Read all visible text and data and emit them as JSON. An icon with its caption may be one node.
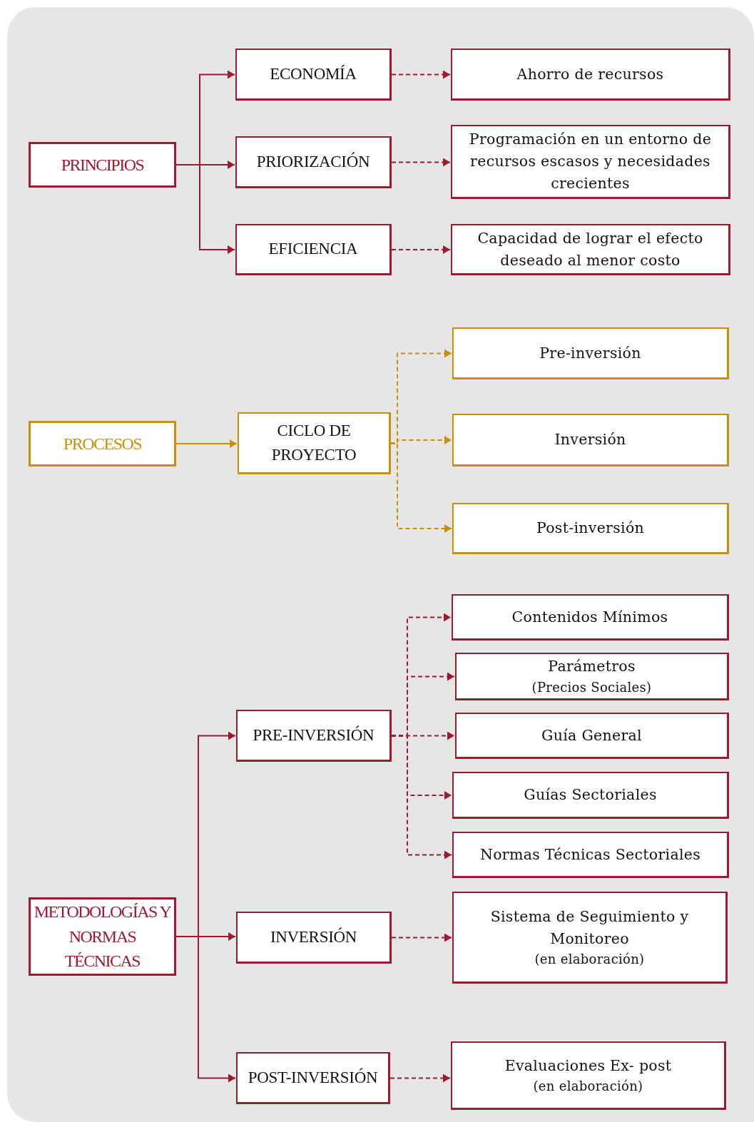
{
  "diagram": {
    "nodes": [
      {
        "text": [
          "PRINCIPIOS"
        ]
      },
      {
        "text": [
          "ECONOMÍA"
        ]
      },
      {
        "text": [
          "PRIORIZACIÓN"
        ]
      },
      {
        "text": [
          "EFICIENCIA"
        ]
      },
      {
        "text": [
          "Ahorro de recursos"
        ]
      },
      {
        "text": [
          "Programación en un entorno de recursos escasos y necesidades crecientes"
        ]
      },
      {
        "text": [
          "Capacidad de lograr el efecto deseado al menor costo"
        ]
      },
      {
        "text": [
          "PROCESOS"
        ]
      },
      {
        "text": [
          "CICLO DE PROYECTO"
        ]
      },
      {
        "text": [
          "Pre-inversión"
        ]
      },
      {
        "text": [
          "Inversión"
        ]
      },
      {
        "text": [
          "Post-inversión"
        ]
      },
      {
        "text": [
          "METODOLOGÍAS Y NORMAS TÉCNICAS"
        ]
      },
      {
        "text": [
          "PRE-INVERSIÓN"
        ]
      },
      {
        "text": [
          "INVERSIÓN"
        ]
      },
      {
        "text": [
          "POST-INVERSIÓN"
        ]
      },
      {
        "text": [
          "Contenidos Mínimos"
        ]
      },
      {
        "text": [
          "Parámetros",
          "(Precios Sociales)"
        ]
      },
      {
        "text": [
          "Guía General"
        ]
      },
      {
        "text": [
          "Guías Sectoriales"
        ]
      },
      {
        "text": [
          "Normas Técnicas Sectoriales"
        ]
      },
      {
        "text": [
          "Sistema de Seguimiento y Monitoreo",
          "(en elaboración)"
        ]
      },
      {
        "text": [
          "Evaluaciones Ex- post",
          "(en elaboración)"
        ]
      }
    ],
    "edges": [
      {
        "from": 0,
        "to": 1,
        "arrow": "to"
      },
      {
        "from": 0,
        "to": 2,
        "arrow": "to"
      },
      {
        "from": 0,
        "to": 3,
        "arrow": "to"
      },
      {
        "from": 1,
        "to": 4,
        "arrow": "to",
        "style": "dashed"
      },
      {
        "from": 2,
        "to": 5,
        "arrow": "to",
        "style": "dashed"
      },
      {
        "from": 3,
        "to": 6,
        "arrow": "to",
        "style": "dashed"
      },
      {
        "from": 7,
        "to": 8,
        "arrow": "to",
        "color": "#c8900c"
      },
      {
        "from": 8,
        "to": 9,
        "arrow": "to",
        "style": "dashed",
        "color": "#c8900c"
      },
      {
        "from": 8,
        "to": 10,
        "arrow": "to",
        "style": "dashed",
        "color": "#c8900c"
      },
      {
        "from": 8,
        "to": 11,
        "arrow": "to",
        "style": "dashed",
        "color": "#c8900c"
      },
      {
        "from": 12,
        "to": 13,
        "arrow": "to"
      },
      {
        "from": 12,
        "to": 14,
        "arrow": "to"
      },
      {
        "from": 12,
        "to": 15,
        "arrow": "to"
      },
      {
        "from": 13,
        "to": 16,
        "arrow": "to",
        "style": "dashed"
      },
      {
        "from": 13,
        "to": 17,
        "arrow": "to",
        "style": "dashed"
      },
      {
        "from": 13,
        "to": 18,
        "arrow": "to",
        "style": "dashed"
      },
      {
        "from": 13,
        "to": 19,
        "arrow": "to",
        "style": "dashed"
      },
      {
        "from": 13,
        "to": 20,
        "arrow": "to",
        "style": "dashed"
      },
      {
        "from": 14,
        "to": 21,
        "arrow": "to",
        "style": "dashed"
      },
      {
        "from": 15,
        "to": 22,
        "arrow": "to",
        "style": "dashed"
      }
    ]
  }
}
